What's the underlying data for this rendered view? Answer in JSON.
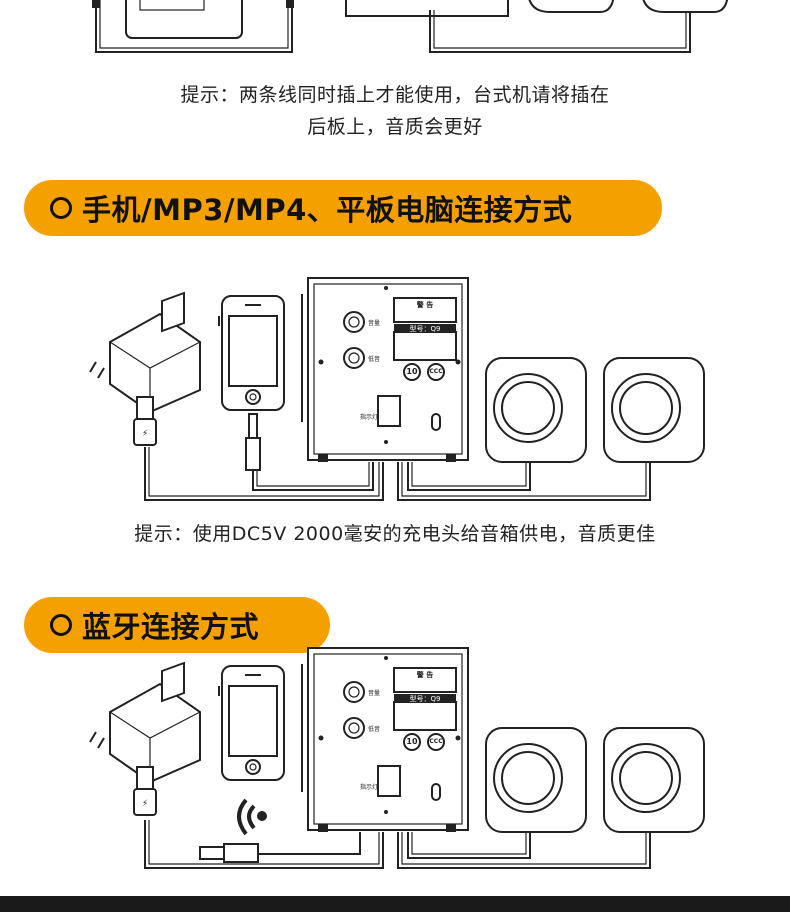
{
  "sections": [
    {
      "tip": [
        "提示：两条线同时插上才能使用，台式机请将插在",
        "后板上，音质会更好"
      ]
    },
    {
      "title": "手机/MP3/MP4、平板电脑连接方式",
      "tip": [
        "提示：使用DC5V 2000毫安的充电头给音箱供电，音质更佳"
      ],
      "panel": {
        "warning_title": "警 告",
        "model_label": "型号：Q9",
        "switch_label": "指示灯",
        "cert_badge": "10",
        "cert_ccc": "CCC",
        "knob1_label": "音量",
        "knob2_label": "低音"
      }
    },
    {
      "title": "蓝牙连接方式",
      "panel": {
        "warning_title": "警 告",
        "model_label": "型号：Q9",
        "switch_label": "指示灯",
        "cert_badge": "10",
        "cert_ccc": "CCC",
        "knob1_label": "音量",
        "knob2_label": "低音"
      }
    }
  ],
  "icons": {
    "bluetooth": "bluetooth-signal-icon",
    "usb": "usb-plug-icon",
    "adapter": "power-adapter-icon",
    "phone": "smartphone-icon",
    "speaker": "speaker-icon"
  },
  "colors": {
    "accent": "#f4a100",
    "line": "#222222"
  }
}
